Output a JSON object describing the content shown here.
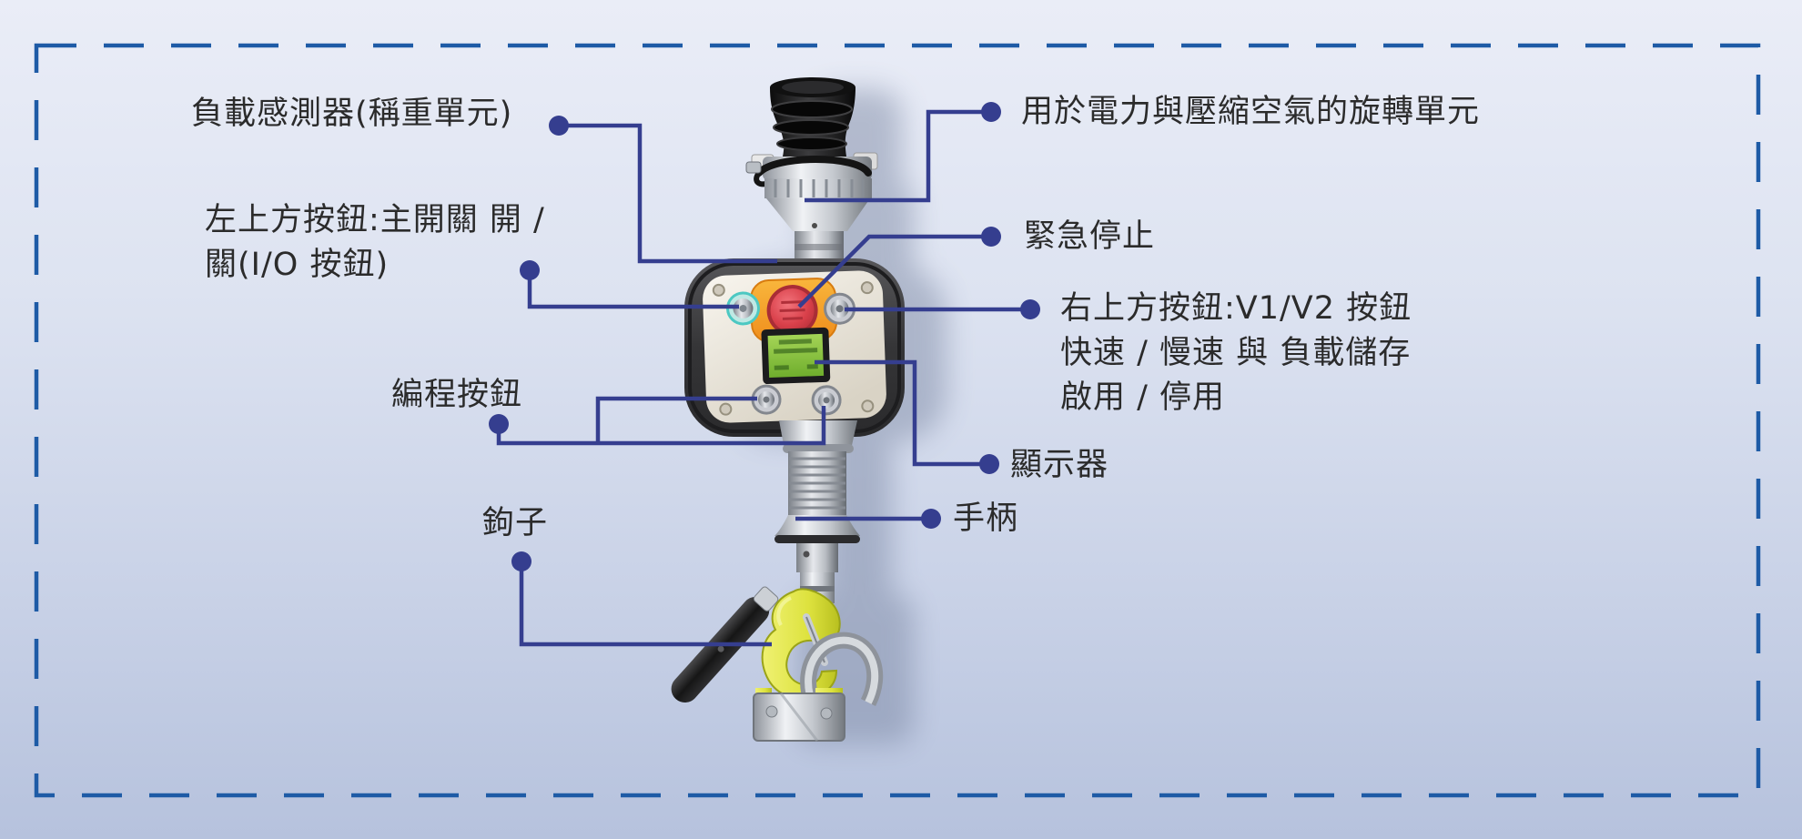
{
  "diagram": {
    "kind": "labeled-equipment-diagram",
    "subject": "balancer-control-handle"
  },
  "labels": {
    "load_sensor": "負載感測器(稱重單元)",
    "io_button": "左上方按鈕:主開關 開 /\n關(I/O 按鈕)",
    "programming": "編程按鈕",
    "hook": "鉤子",
    "rotary_unit": "用於電力與壓縮空氣的旋轉單元",
    "emergency_stop": "緊急停止",
    "v1v2_button": "右上方按鈕:V1/V2 按鈕\n快速 / 慢速 與 負載儲存\n啟用 / 停用",
    "display": "顯示器",
    "handle": "手柄"
  },
  "colors": {
    "background_top": "#eaedf7",
    "background_bottom": "#b6c2dd",
    "dashed_border": "#1e5ba6",
    "callout_line": "#353e8f",
    "label_text": "#2b2b2b",
    "estop_red": "#d9404a",
    "estop_surround_orange": "#f6a423",
    "lcd_green": "#85c341",
    "io_button_teal": "#4cc8c2",
    "hook_yellow": "#dde23e",
    "device_metal": "#c9cdd3",
    "bumper_dark": "#3a3a3c"
  }
}
